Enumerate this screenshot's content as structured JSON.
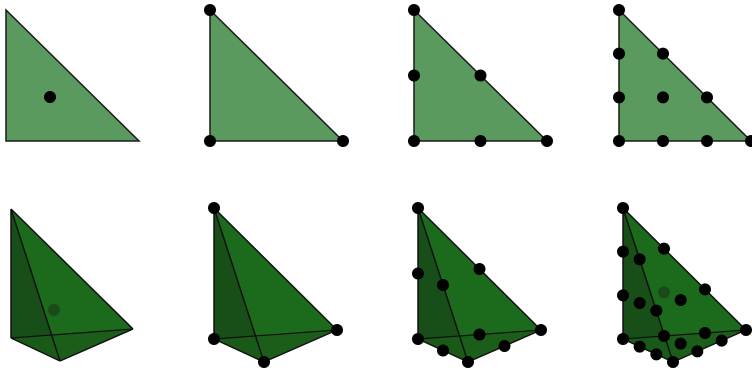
{
  "colors": {
    "triangle_fill": "#5a9a5e",
    "triangle_stroke": "#1a1a1a",
    "tet_front": "#1c6b1c",
    "tet_left": "#184f18",
    "tet_bottom": "#1a5c1a",
    "node": "#000000",
    "hidden_node": "#1a4a1a"
  },
  "triangles": [
    {
      "name": "triangle-order-0",
      "nodes_per_element": 1
    },
    {
      "name": "triangle-order-1",
      "nodes_per_element": 3
    },
    {
      "name": "triangle-order-2",
      "nodes_per_element": 6
    },
    {
      "name": "triangle-order-3",
      "nodes_per_element": 10
    }
  ],
  "tetrahedra": [
    {
      "name": "tetrahedron-order-0",
      "nodes_per_element": 1
    },
    {
      "name": "tetrahedron-order-1",
      "nodes_per_element": 4
    },
    {
      "name": "tetrahedron-order-2",
      "nodes_per_element": 10
    },
    {
      "name": "tetrahedron-order-3",
      "nodes_per_element": 20
    }
  ]
}
